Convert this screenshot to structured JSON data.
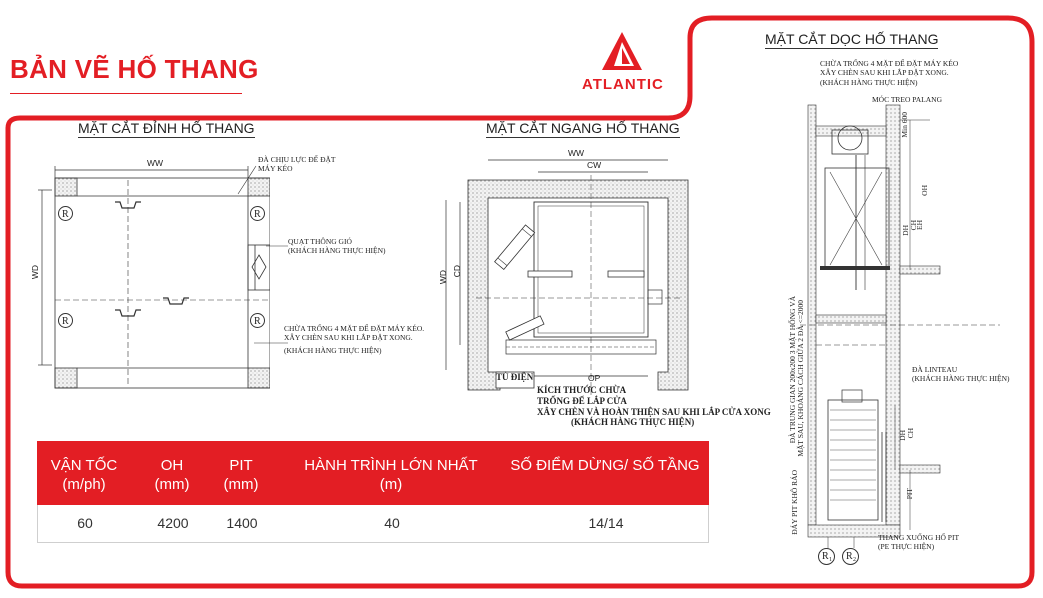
{
  "page": {
    "title": "BẢN VẼ HỐ THANG",
    "brand": "ATLANTIC",
    "accent_color": "#e31e24"
  },
  "top_view": {
    "title": "MẶT CẮT ĐỈNH HỐ THANG",
    "ww": "WW",
    "wd": "WD",
    "r_mark": "R",
    "load_note_1": "ĐÀ CHỊU LỰC ĐỂ ĐẶT",
    "load_note_2": "MÁY KÉO",
    "fan_note_1": "QUẠT THÔNG GIÓ",
    "fan_note_2": "(KHÁCH HÀNG THỰC HIỆN)",
    "hole_note_1": "CHỪA TRỐNG 4 MẶT ĐỂ ĐẶT MÁY KÉO.",
    "hole_note_2": "XÂY CHÈN SAU KHI LẮP ĐẶT XONG.",
    "hole_note_3": "(KHÁCH HÀNG THỰC HIỆN)"
  },
  "plan_view": {
    "title": "MẶT CẮT NGANG HỐ THANG",
    "ww": "WW",
    "cw": "CW",
    "wd": "WD",
    "cd": "CD",
    "op": "OP",
    "panel": "TỦ ĐIỆN",
    "door_note_1": "KÍCH THƯỚC CHỪA",
    "door_note_2": "TRỐNG ĐỂ LẮP CỬA",
    "door_note_3": "XÂY CHÈN VÀ HOÀN THIỆN SAU KHI LẮP CỬA XONG",
    "door_note_4": "(KHÁCH HÀNG THỰC HIỆN)"
  },
  "section_view": {
    "title": "MẶT CẮT DỌC HỐ THANG",
    "top_note_1": "CHỪA TRỐNG 4 MẶT ĐỂ ĐẶT MÁY KÉO",
    "top_note_2": "XÂY CHÈN SAU KHI LẮP ĐẶT XONG.",
    "top_note_3": "(KHÁCH HÀNG THỰC HIỆN)",
    "hook_note": "MÓC TREO PALANG",
    "min_label": "Min 600",
    "oh": "OH",
    "dh": "DH",
    "ch": "CH",
    "eh": "EH",
    "side_note_1": "ĐÀ TRUNG GIAN 200x200 3 MẶT HỐNG VÀ",
    "side_note_2": "MẶT SAU, KHOẢNG CÁCH GIỮA 2 ĐÀ <=2000",
    "lintel_1": "ĐÀ LINTEAU",
    "lintel_2": "(KHÁCH HÀNG THỰC HIỆN)",
    "pit": "PIT",
    "pit_note": "ĐÁY PIT KHÔ RÁO",
    "ladder_1": "THANG XUỐNG HỐ PIT",
    "ladder_2": "(PE THỰC HIỆN)",
    "r1": "R",
    "r1_sub": "1",
    "r2": "R",
    "r2_sub": "2"
  },
  "table": {
    "headers": [
      "VẬN TỐC\n(m/ph)",
      "OH\n(mm)",
      "PIT\n(mm)",
      "HÀNH TRÌNH LỚN NHẤT\n(m)",
      "SỐ ĐIỂM DỪNG/ SỐ TẦNG"
    ],
    "h_speed_1": "VẬN TỐC",
    "h_speed_2": "(m/ph)",
    "h_oh_1": "OH",
    "h_oh_2": "(mm)",
    "h_pit_1": "PIT",
    "h_pit_2": "(mm)",
    "h_travel_1": "HÀNH TRÌNH LỚN NHẤT",
    "h_travel_2": "(m)",
    "h_stops": "SỐ ĐIỂM DỪNG/ SỐ TẦNG",
    "row": {
      "speed": "60",
      "oh": "4200",
      "pit": "1400",
      "travel": "40",
      "stops": "14/14"
    }
  }
}
